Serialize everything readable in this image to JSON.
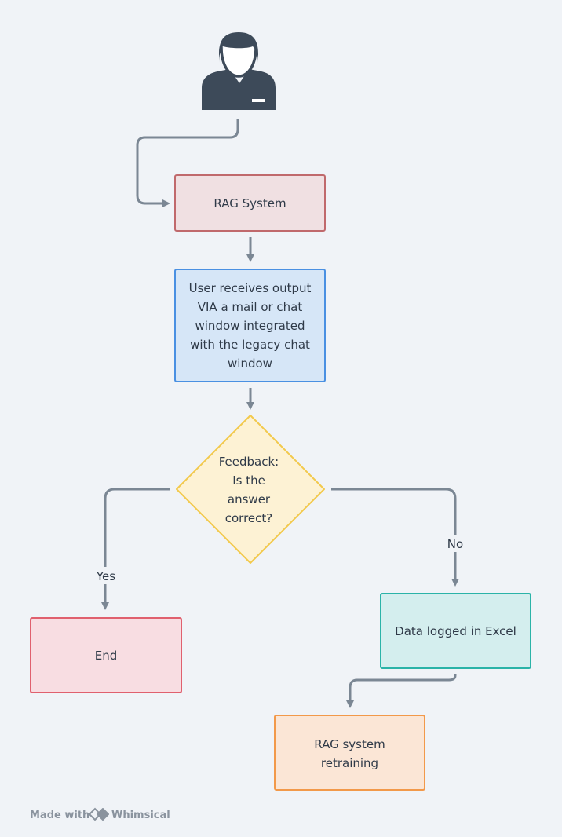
{
  "diagram": {
    "nodes": {
      "user": {
        "icon": "user-icon"
      },
      "rag_system": {
        "label": "RAG System"
      },
      "output": {
        "lines": [
          "User receives output",
          "VIA a mail or chat",
          "window integrated",
          "with the legacy chat",
          "window"
        ]
      },
      "feedback": {
        "lines": [
          "Feedback:",
          "Is the",
          "answer",
          "correct?"
        ]
      },
      "end": {
        "label": "End"
      },
      "excel": {
        "label": "Data logged in Excel"
      },
      "retraining": {
        "lines": [
          "RAG system",
          "retraining"
        ]
      }
    },
    "edges": {
      "yes_label": "Yes",
      "no_label": "No"
    }
  },
  "footer": {
    "made_with": "Made with",
    "brand": "Whimsical",
    "logo_icon": "whimsical-logo-icon"
  },
  "colors": {
    "background": "#f0f3f7",
    "connector": "#7b8794",
    "rag_fill": "#f0e0e2",
    "rag_stroke": "#c0696c",
    "output_fill": "#d6e6f7",
    "output_stroke": "#4a90e2",
    "decision_fill": "#fdf2d4",
    "decision_stroke": "#f2c94c",
    "end_fill": "#f8dde2",
    "end_stroke": "#e0606e",
    "excel_fill": "#d4eeee",
    "excel_stroke": "#2bb3a8",
    "retrain_fill": "#fbe6d6",
    "retrain_stroke": "#f2994a",
    "icon": "#3d4a59"
  }
}
